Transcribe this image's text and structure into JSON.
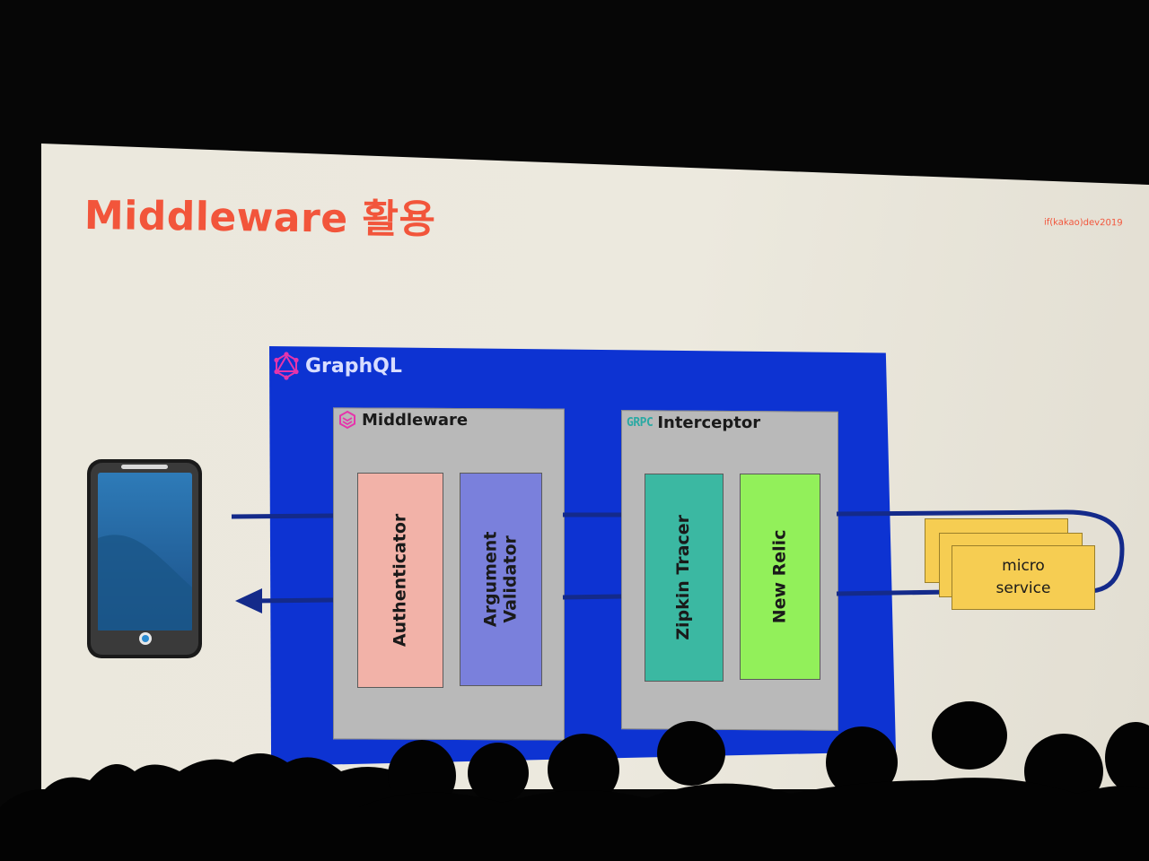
{
  "slide": {
    "title": "Middleware 활용",
    "brand_tag": "if(kakao)dev2019"
  },
  "graphql": {
    "label": "GraphQL",
    "logo_icon": "graphql-logo-icon",
    "color": "#0d33d2"
  },
  "middleware": {
    "label": "Middleware",
    "icon": "middleware-logo-icon",
    "items": [
      {
        "label": "Authenticator",
        "color": "#f2b2a8"
      },
      {
        "label": "Argument",
        "label2": "Validator",
        "color": "#7a80dc"
      }
    ]
  },
  "interceptor": {
    "badge": "GRPC",
    "label": "Interceptor",
    "items": [
      {
        "label": "Zipkin Tracer",
        "color": "#3bb8a2"
      },
      {
        "label": "New Relic",
        "color": "#92f05a"
      }
    ]
  },
  "microservice": {
    "line1": "micro",
    "line2": "service",
    "color": "#f6cd52"
  },
  "device": {
    "icon": "smartphone-icon"
  },
  "colors": {
    "title": "#f2553b",
    "panel": "#b9b9b9",
    "flow_line": "#142a8a"
  }
}
